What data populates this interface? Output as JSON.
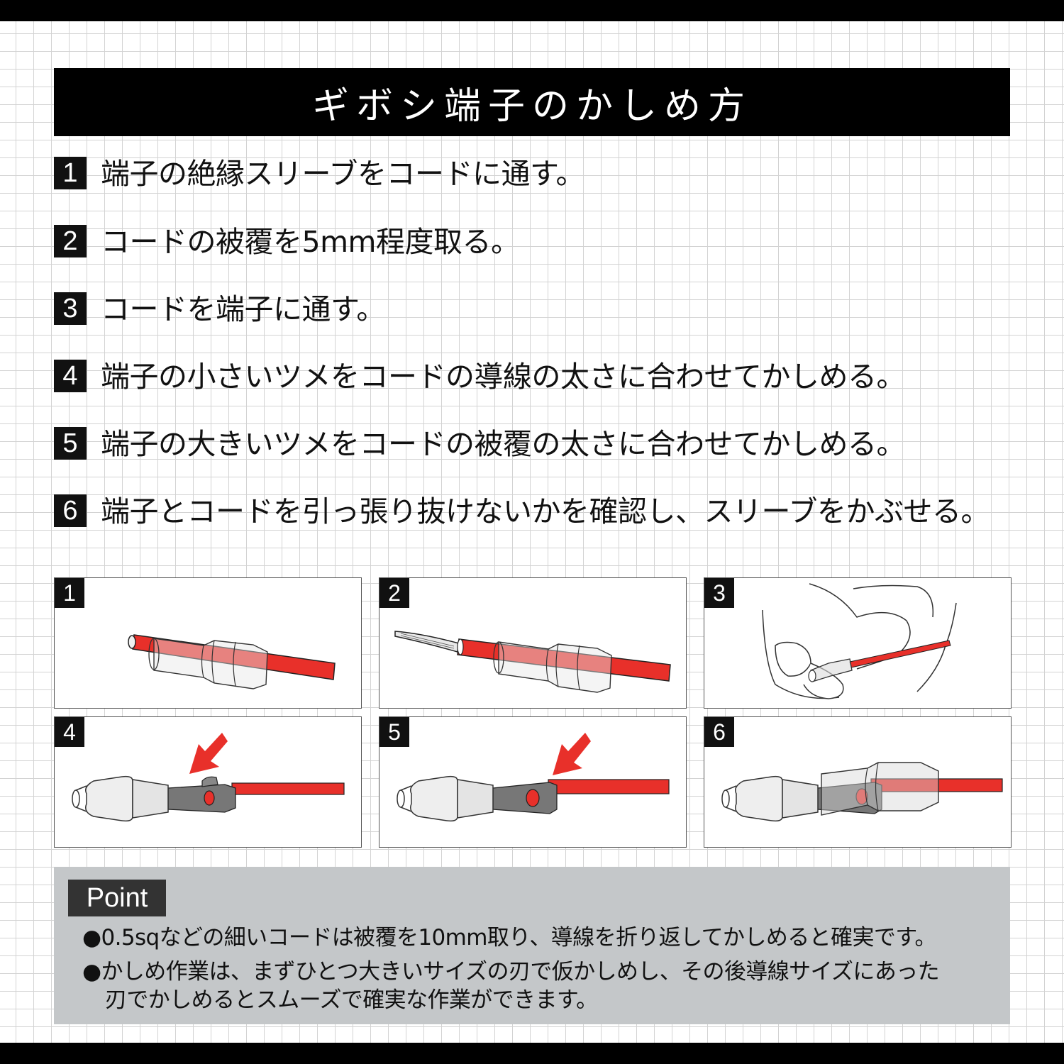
{
  "title": "ギボシ端子のかしめ方",
  "steps": [
    {
      "num": "1",
      "text": "端子の絶縁スリーブをコードに通す。"
    },
    {
      "num": "2",
      "text": "コードの被覆を5mm程度取る。"
    },
    {
      "num": "3",
      "text": "コードを端子に通す。"
    },
    {
      "num": "4",
      "text": "端子の小さいツメをコードの導線の太さに合わせてかしめる。"
    },
    {
      "num": "5",
      "text": "端子の大きいツメをコードの被覆の太さに合わせてかしめる。"
    },
    {
      "num": "6",
      "text": "端子とコードを引っ張り抜けないかを確認し、スリーブをかぶせる。"
    }
  ],
  "panels": [
    "1",
    "2",
    "3",
    "4",
    "5",
    "6"
  ],
  "point": {
    "label": "Point",
    "line1": "●0.5sqなどの細いコードは被覆を10mm取り、導線を折り返してかしめると確実です。",
    "line2": "●かしめ作業は、まずひとつ大きいサイズの刃で仮かしめし、その後導線サイズにあった",
    "line3": "刃でかしめるとスムーズで確実な作業ができます。"
  },
  "colors": {
    "wire": "#e8302a",
    "arrow": "#e8302a",
    "point_bg": "#c4c7c9"
  }
}
